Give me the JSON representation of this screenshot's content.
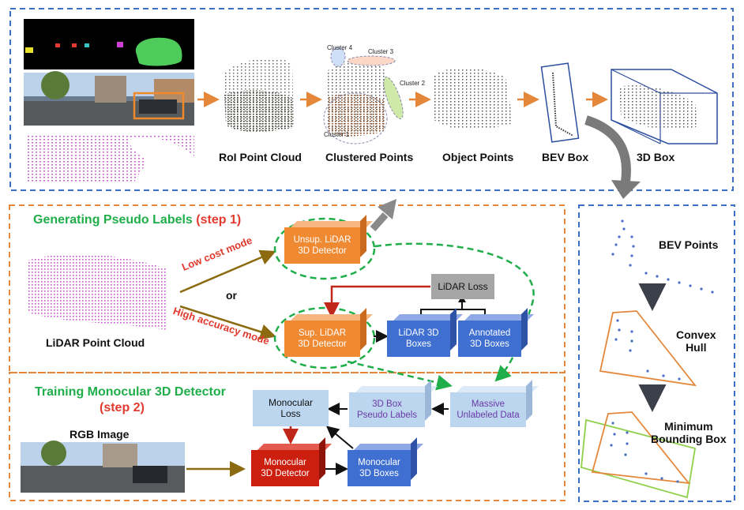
{
  "top": {
    "stages": [
      "RoI Point Cloud",
      "Clustered Points",
      "Object Points",
      "BEV Box",
      "3D Box"
    ],
    "clusters": [
      "Cluster 1",
      "Cluster 2",
      "Cluster 3",
      "Cluster 4"
    ]
  },
  "step1": {
    "title": "Generating Pseudo Labels",
    "step": "(step 1)",
    "lidar_label": "LiDAR Point Cloud",
    "or": "or",
    "low_cost": "Low cost mode",
    "high_acc": "High accuracy mode",
    "unsup_l1": "Unsup. LiDAR",
    "unsup_l2": "3D Detector",
    "sup_l1": "Sup. LiDAR",
    "sup_l2": "3D Detector",
    "lidar_loss": "LiDAR Loss",
    "lidar_boxes_l1": "LiDAR 3D",
    "lidar_boxes_l2": "Boxes",
    "annot_l1": "Annotated",
    "annot_l2": "3D Boxes"
  },
  "step2": {
    "title": "Training Monocular 3D Detector",
    "step": "(step 2)",
    "rgb_label": "RGB Image",
    "mono_loss_l1": "Monocular",
    "mono_loss_l2": "Loss",
    "pseudo_l1": "3D Box",
    "pseudo_l2": "Pseudo Labels",
    "massive_l1": "Massive",
    "massive_l2": "Unlabeled Data",
    "mono_det_l1": "Monocular",
    "mono_det_l2": "3D Detector",
    "mono_boxes_l1": "Monocular",
    "mono_boxes_l2": "3D Boxes"
  },
  "right": {
    "bev_points": "BEV Points",
    "convex_l1": "Convex",
    "convex_l2": "Hull",
    "min_l1": "Minimum",
    "min_l2": "Bounding Box"
  },
  "colors": {
    "blue_dash": "#3b6fc4",
    "orange_dash": "#e4873a",
    "orange_box": "#ef8a33",
    "blue_box": "#3e6fd1",
    "light_blue_box": "#bcd6ef",
    "red_box": "#cc1f10",
    "gray_box": "#a6a6a6",
    "green": "#1fae4a",
    "red_text": "#e23a2e",
    "olive_arrow": "#8b6a10",
    "lidar_magenta": "#c145c8"
  }
}
